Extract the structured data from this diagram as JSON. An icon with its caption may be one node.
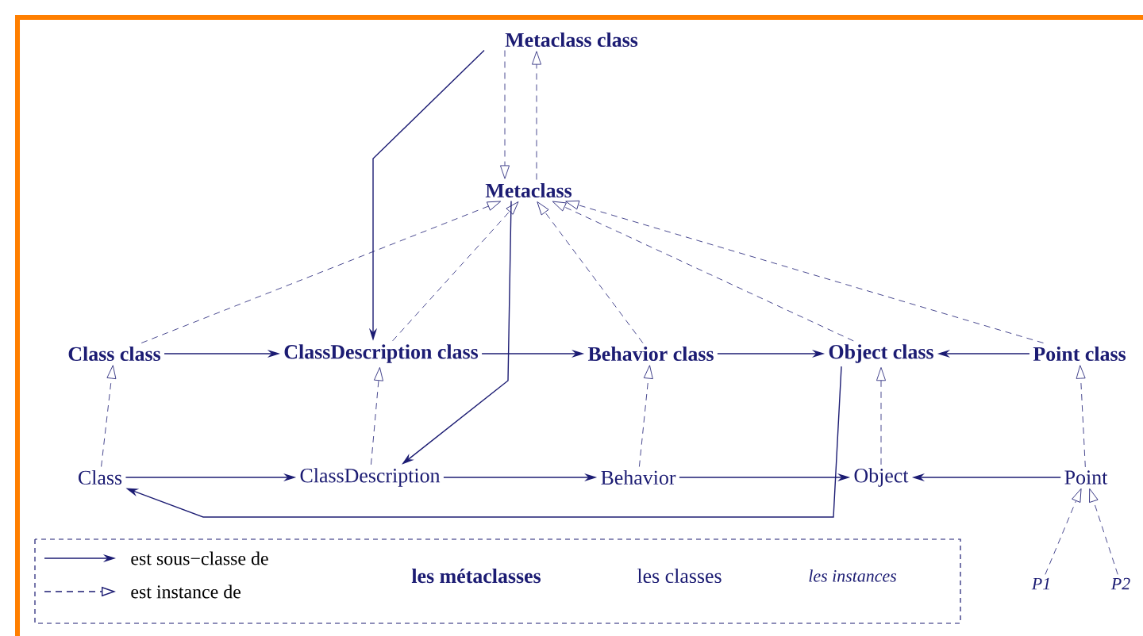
{
  "diagram": {
    "nodes": [
      {
        "text": [
          "Metaclass class"
        ]
      },
      {
        "text": [
          "Metaclass"
        ]
      },
      {
        "text": [
          "Class class"
        ]
      },
      {
        "text": [
          "ClassDescription class"
        ]
      },
      {
        "text": [
          "Behavior class"
        ]
      },
      {
        "text": [
          "Object class"
        ]
      },
      {
        "text": [
          "Point class"
        ]
      },
      {
        "text": [
          "Class"
        ]
      },
      {
        "text": [
          "ClassDescription"
        ]
      },
      {
        "text": [
          "Behavior"
        ]
      },
      {
        "text": [
          "Object"
        ]
      },
      {
        "text": [
          "Point"
        ]
      },
      {
        "text": [
          "P1"
        ]
      },
      {
        "text": [
          "P2"
        ]
      }
    ],
    "edges": [
      {
        "from": 0,
        "to": 1,
        "arrow": "to",
        "style": "dashed"
      },
      {
        "from": 1,
        "to": 0,
        "arrow": "to",
        "style": "dashed"
      },
      {
        "from": 0,
        "to": 3,
        "arrow": "to"
      },
      {
        "from": 2,
        "to": 1,
        "arrow": "to",
        "style": "dashed"
      },
      {
        "from": 3,
        "to": 1,
        "arrow": "to",
        "style": "dashed"
      },
      {
        "from": 1,
        "to": 8,
        "arrow": "to"
      },
      {
        "from": 4,
        "to": 1,
        "arrow": "to",
        "style": "dashed"
      },
      {
        "from": 5,
        "to": 1,
        "arrow": "to",
        "style": "dashed"
      },
      {
        "from": 6,
        "to": 1,
        "arrow": "to",
        "style": "dashed"
      },
      {
        "from": 2,
        "to": 3,
        "arrow": "to"
      },
      {
        "from": 3,
        "to": 4,
        "arrow": "to"
      },
      {
        "from": 4,
        "to": 5,
        "arrow": "to"
      },
      {
        "from": 6,
        "to": 5,
        "arrow": "to"
      },
      {
        "from": 7,
        "to": 2,
        "arrow": "to",
        "style": "dashed"
      },
      {
        "from": 8,
        "to": 3,
        "arrow": "to",
        "style": "dashed"
      },
      {
        "from": 9,
        "to": 4,
        "arrow": "to",
        "style": "dashed"
      },
      {
        "from": 10,
        "to": 5,
        "arrow": "to",
        "style": "dashed"
      },
      {
        "from": 11,
        "to": 6,
        "arrow": "to",
        "style": "dashed"
      },
      {
        "from": 7,
        "to": 8,
        "arrow": "to"
      },
      {
        "from": 8,
        "to": 9,
        "arrow": "to"
      },
      {
        "from": 9,
        "to": 10,
        "arrow": "to"
      },
      {
        "from": 11,
        "to": 10,
        "arrow": "to"
      },
      {
        "from": 5,
        "to": 7,
        "arrow": "to"
      },
      {
        "from": 12,
        "to": 11,
        "arrow": "to",
        "style": "dashed"
      },
      {
        "from": 13,
        "to": 11,
        "arrow": "to",
        "style": "dashed"
      }
    ],
    "labels": [
      "les métaclasses",
      "les classes",
      "les instances"
    ],
    "legend": [
      {
        "text": "est sous−classe de"
      },
      {
        "text": "est instance de"
      }
    ]
  }
}
